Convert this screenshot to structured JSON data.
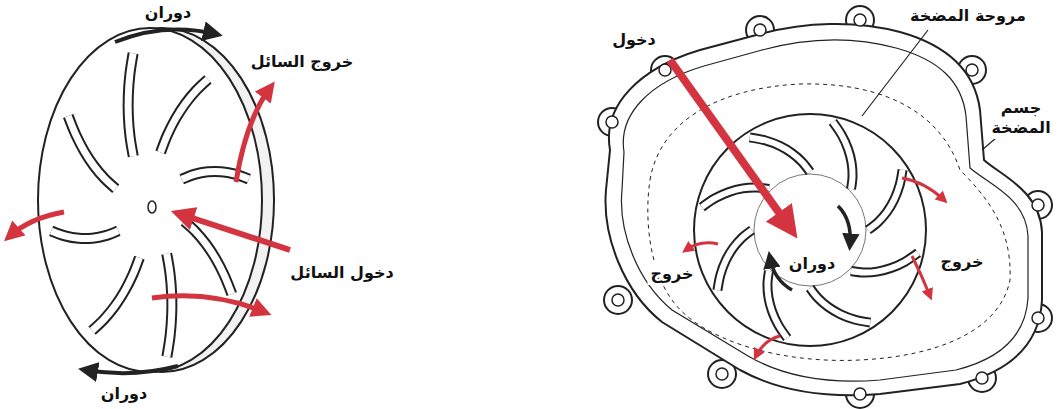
{
  "diagram": {
    "labels": [
      "دوران",
      "خروج السائل",
      "دخول السائل",
      "دوران",
      "دخول",
      "مروحة المضخة",
      "جسم المضخة",
      "دوران",
      "خروج",
      "خروج"
    ]
  }
}
